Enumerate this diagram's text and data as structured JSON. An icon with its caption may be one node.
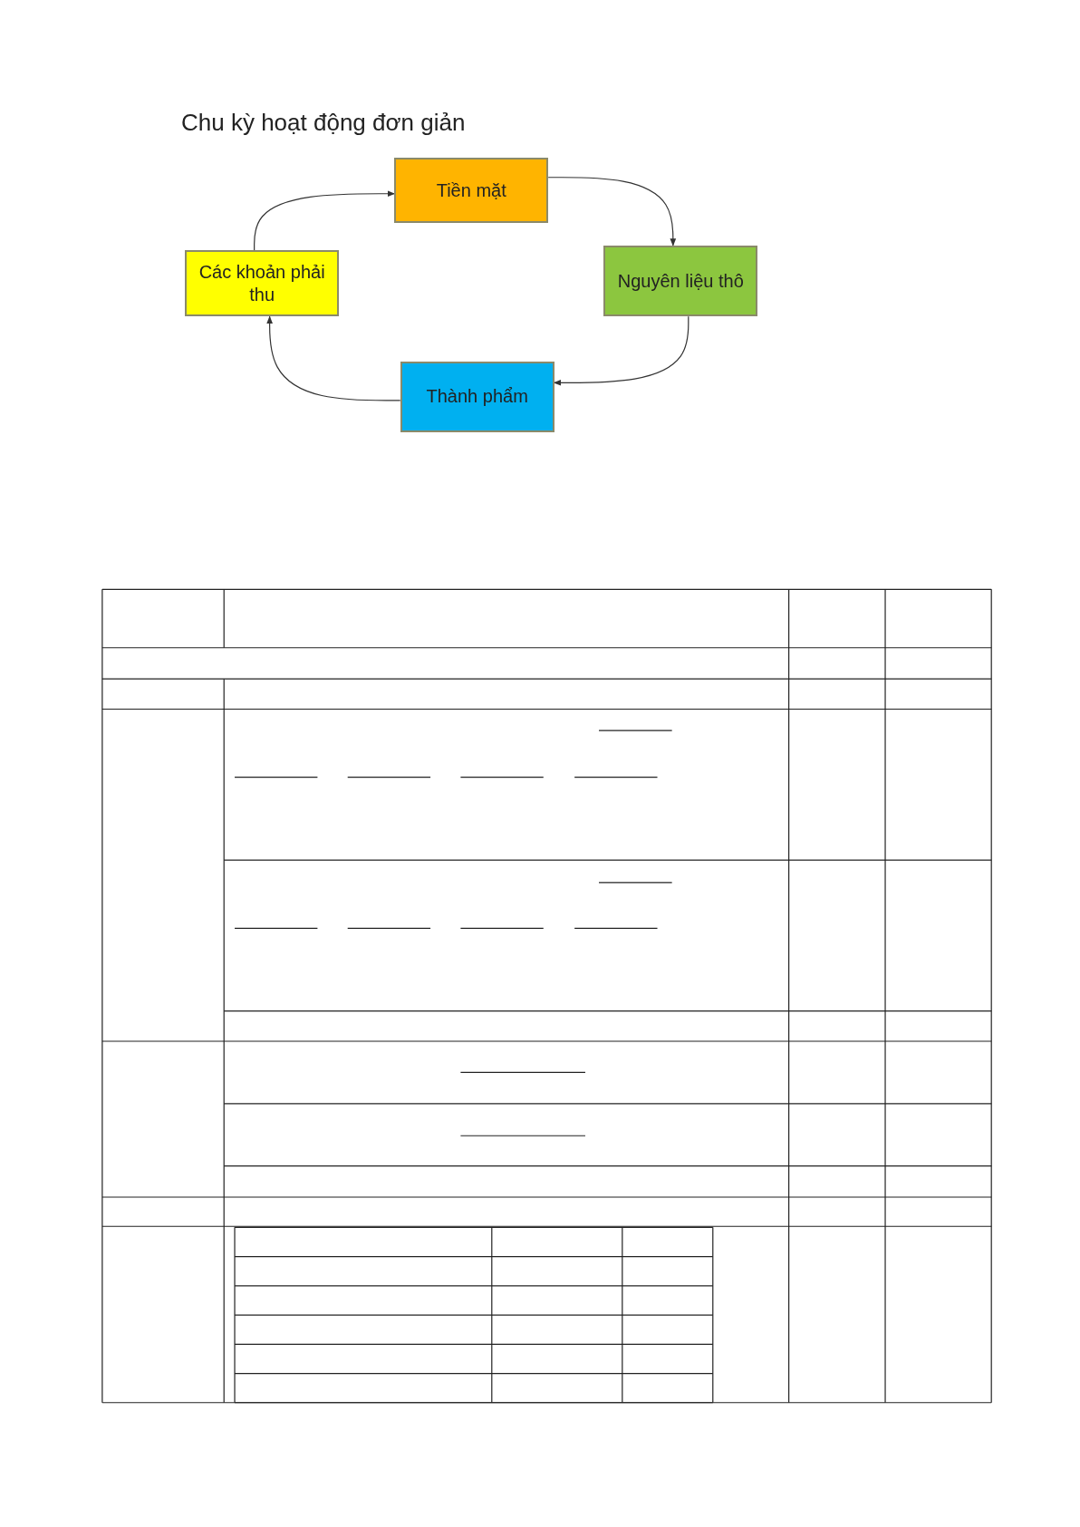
{
  "diagram": {
    "title": "Chu kỳ hoạt động đơn giản",
    "nodes": [
      {
        "text": [
          "Tiền mặt"
        ]
      },
      {
        "text": [
          "Nguyên liệu thô"
        ]
      },
      {
        "text": [
          "Thành phẩm"
        ]
      },
      {
        "text": [
          "Các khoản phải thu"
        ]
      }
    ],
    "edges": [
      {
        "from": 0,
        "to": 1,
        "arrow": "to"
      },
      {
        "from": 1,
        "to": 2,
        "arrow": "to"
      },
      {
        "from": 2,
        "to": 3,
        "arrow": "to"
      },
      {
        "from": 3,
        "to": 0,
        "arrow": "to"
      }
    ]
  }
}
